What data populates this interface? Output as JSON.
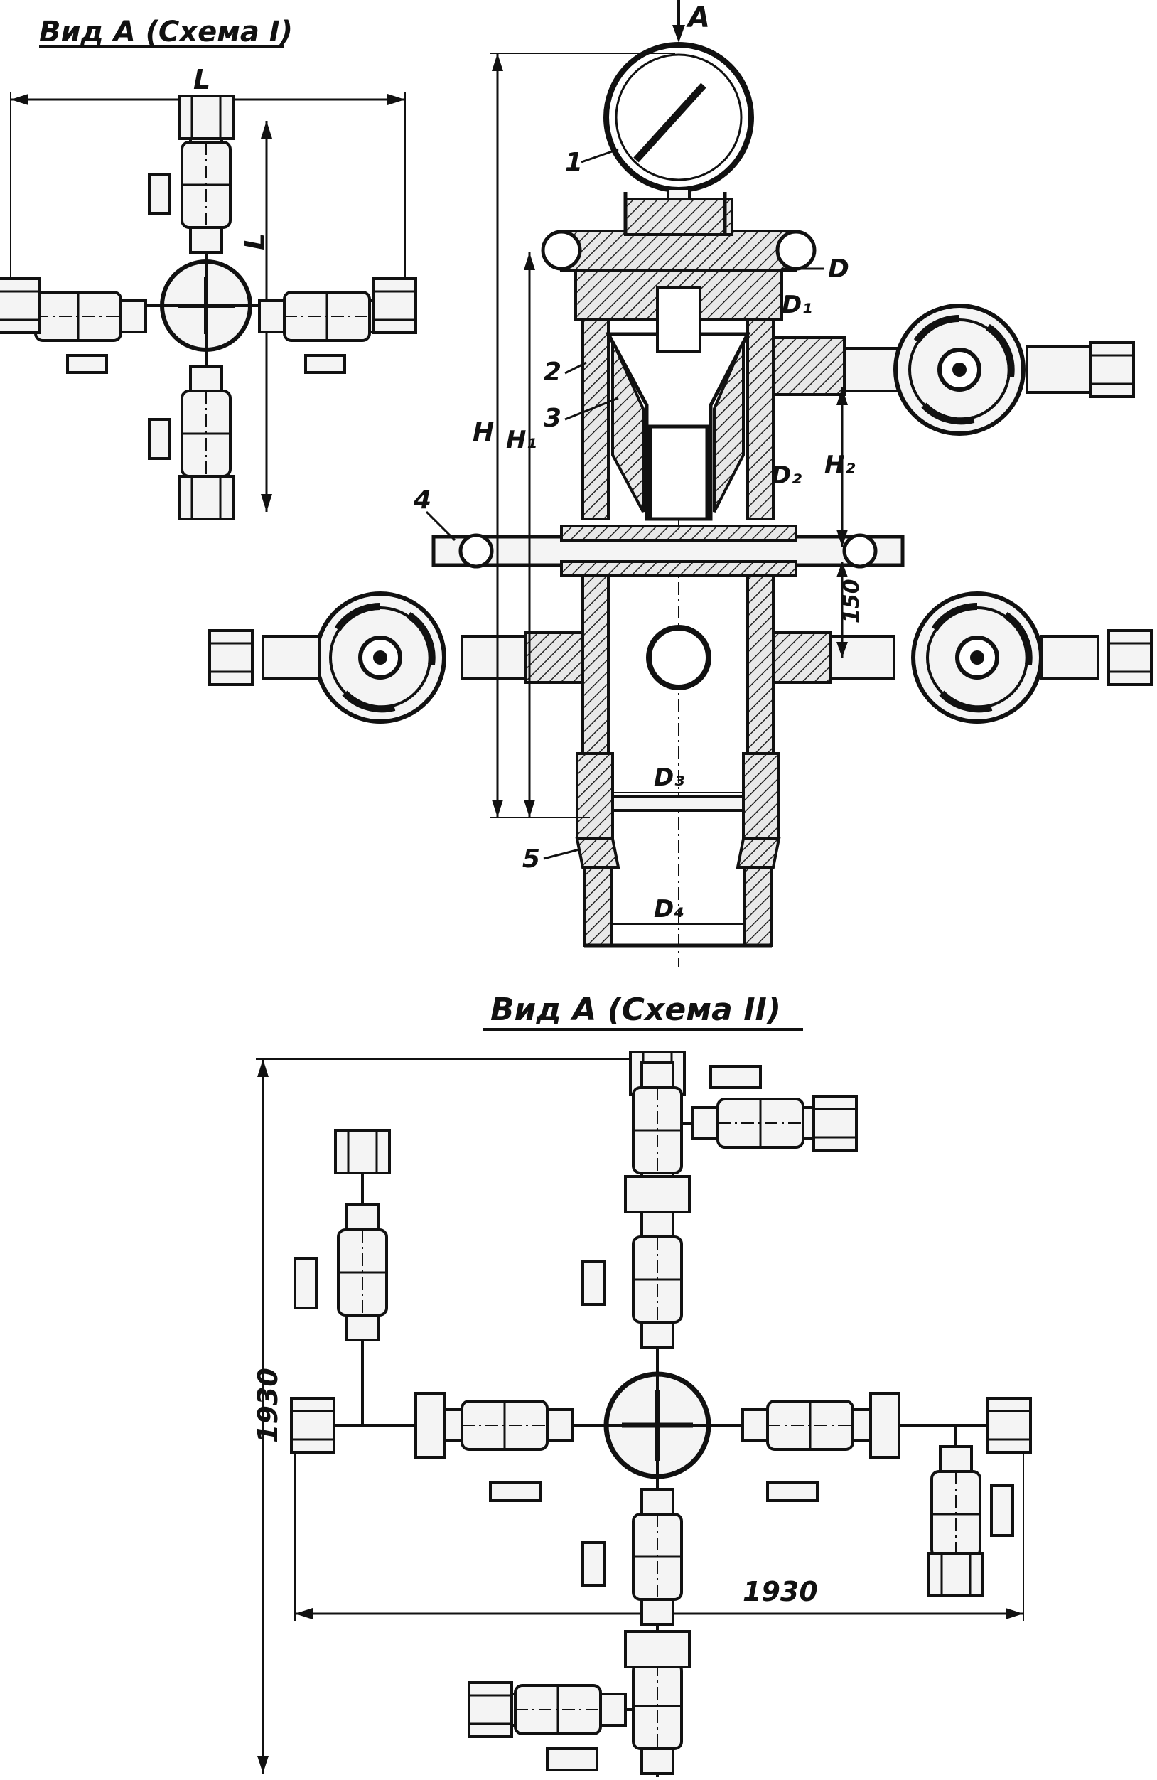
{
  "views": {
    "scheme1_title": "Вид А (Схема I)",
    "scheme2_title": "Вид А (Схема II)",
    "view_arrow": "А"
  },
  "scheme1": {
    "dim_L_horizontal": "L",
    "dim_L_vertical": "L"
  },
  "main": {
    "labels": {
      "D": "D",
      "D1": "D₁",
      "D2": "D₂",
      "D3": "D₃",
      "D4": "D₄",
      "H": "H",
      "H1": "H₁",
      "H2": "H₂",
      "dim_150": "150"
    },
    "positions": {
      "p1": "1",
      "p2": "2",
      "p3": "3",
      "p4": "4",
      "p5": "5"
    }
  },
  "scheme2": {
    "dim_vertical": "1930",
    "dim_horizontal": "1930"
  }
}
